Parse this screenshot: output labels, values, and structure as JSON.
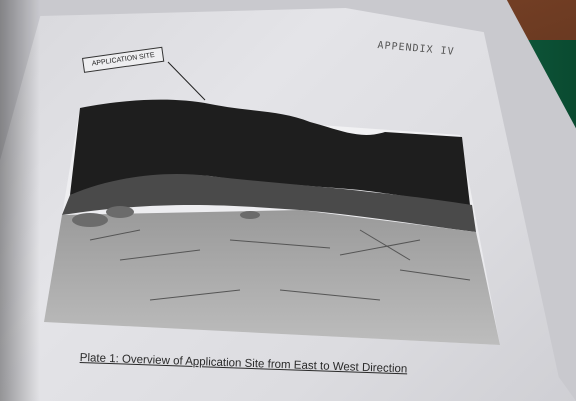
{
  "page": {
    "appendix_label": "APPENDIX IV",
    "callout_label": "APPLICATION SITE",
    "caption": "Plate 1: Overview of Application Site from East to West Direction"
  },
  "colors": {
    "paper": "#e0e0e4",
    "ink": "#2a2a2a",
    "table_wood": "#6b3a22",
    "binder_green": "#0e5a3c"
  }
}
